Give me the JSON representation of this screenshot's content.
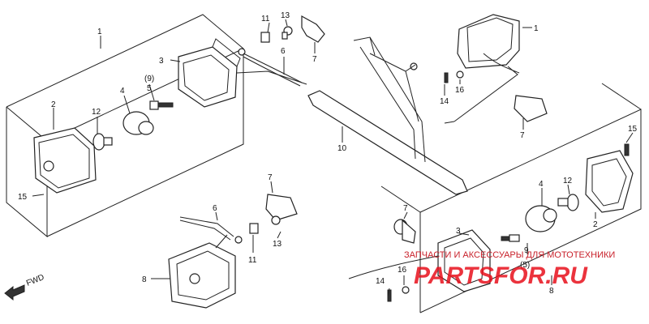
{
  "callouts": {
    "c1a": "1",
    "c1b": "1",
    "c2a": "2",
    "c2b": "2",
    "c3a": "3",
    "c3b": "3",
    "c4a": "4",
    "c4b": "4",
    "c5a": "5",
    "c5b": "(5)",
    "c6a": "6",
    "c6b": "6",
    "c7a": "7",
    "c7b": "7",
    "c7c": "7",
    "c7d": "7",
    "c8a": "8",
    "c8b": "8",
    "c9a": "(9)",
    "c9b": "9",
    "c10": "10",
    "c11a": "11",
    "c11b": "11",
    "c12a": "12",
    "c12b": "12",
    "c13a": "13",
    "c13b": "13",
    "c14a": "14",
    "c14b": "14",
    "c15a": "15",
    "c15b": "15",
    "c16a": "16",
    "c16b": "16"
  },
  "fwd_label": "FWD",
  "watermark": {
    "text": "ЗАПЧАСТИ И АКСЕССУАРЫ ДЛЯ МОТОТЕХНИКИ",
    "logo": "PARTSFOR.RU"
  }
}
